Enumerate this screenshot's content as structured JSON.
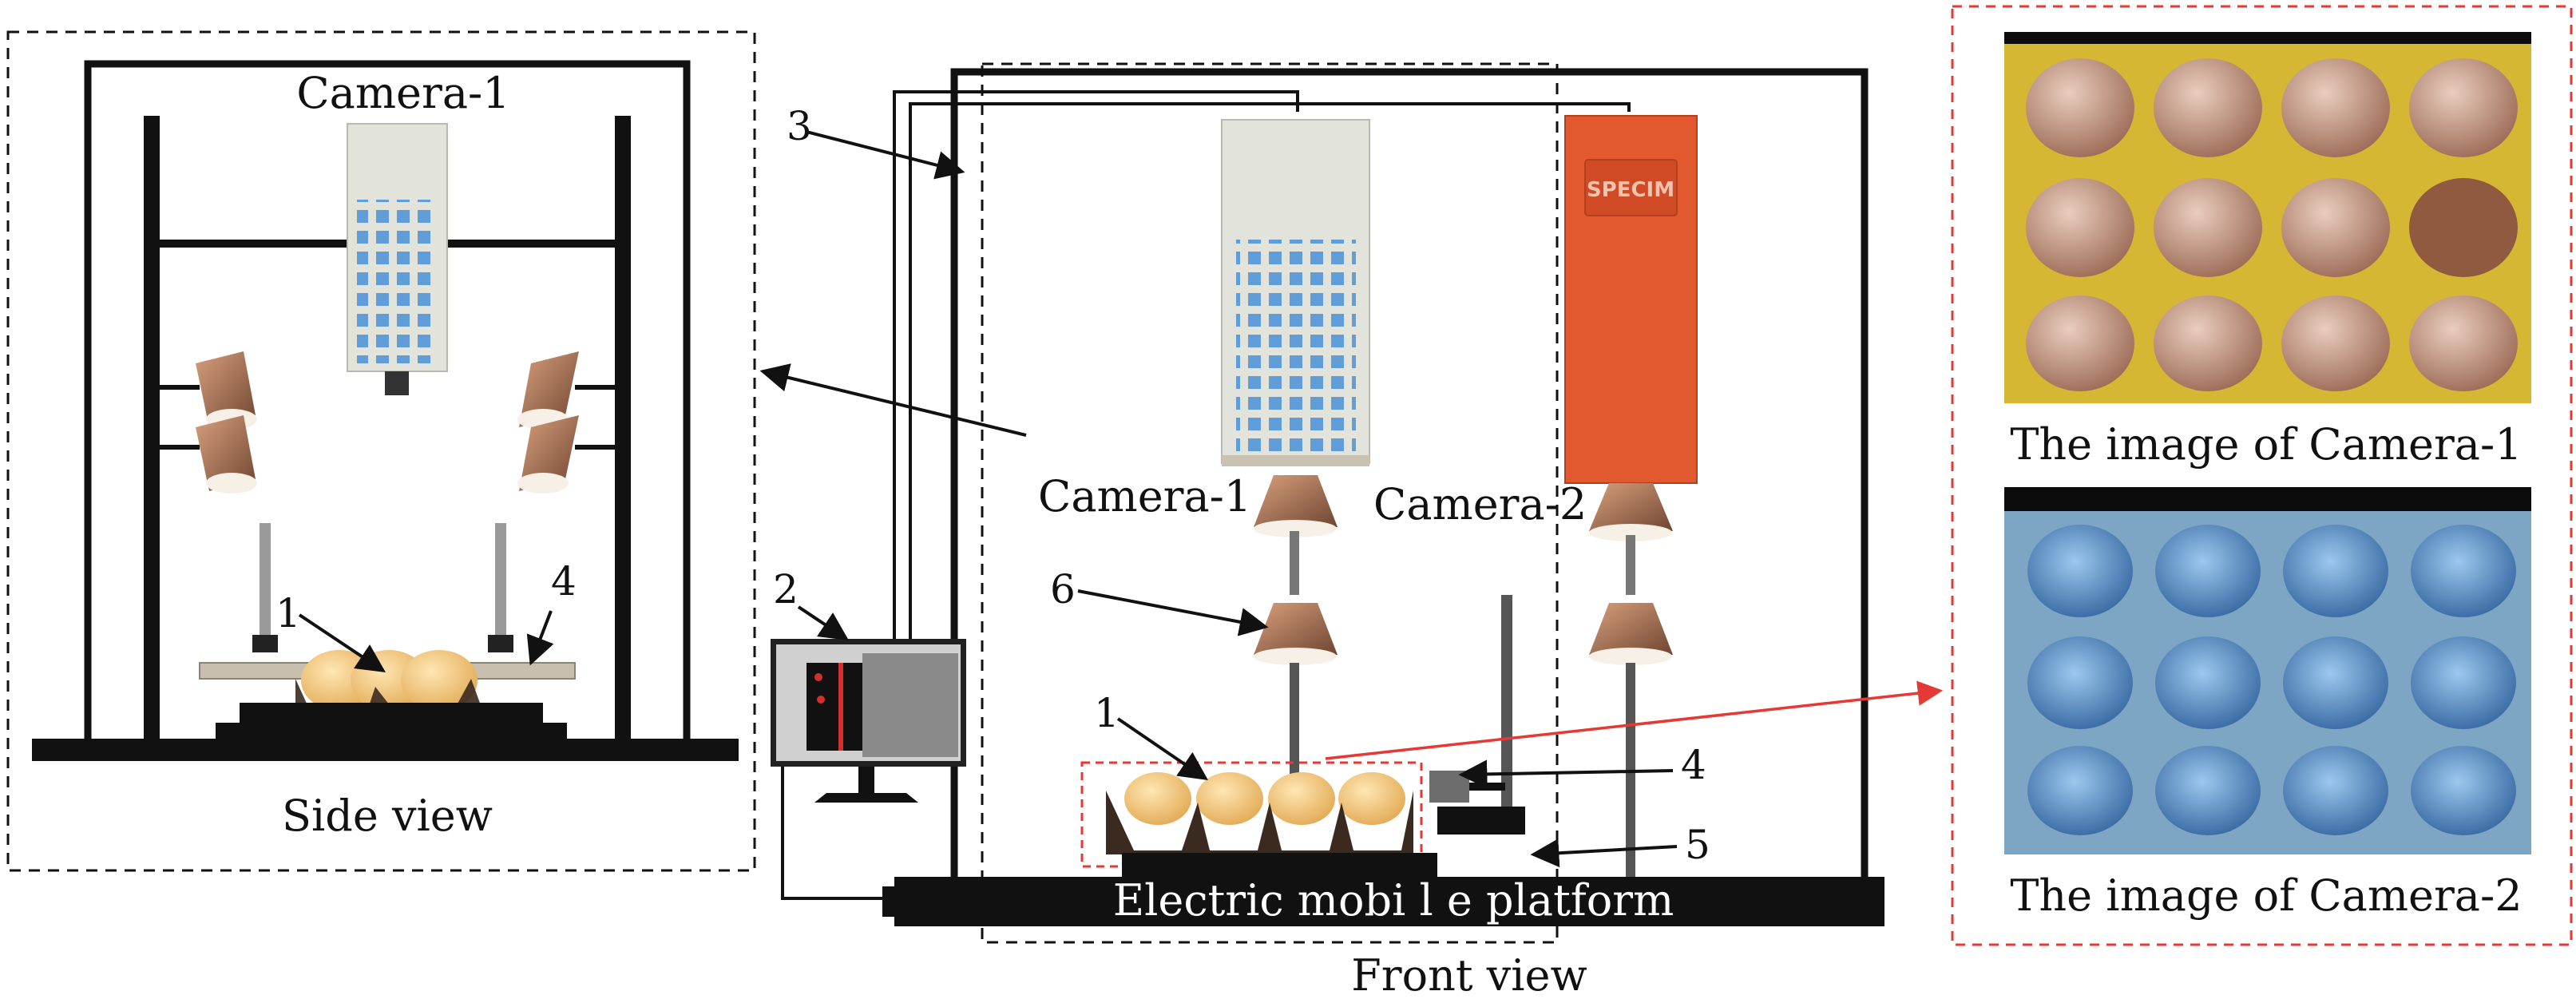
{
  "labels": {
    "side_camera": "Camera-1",
    "front_camera1": "Camera-1",
    "front_camera2": "Camera-2",
    "side_view": "Side view",
    "front_view": "Front view",
    "platform": "Electric mobi l e platform",
    "image_cam1": "The image of Camera-1",
    "image_cam2": "The image of Camera-2",
    "brand": "SPECIM"
  },
  "callouts": {
    "n1_side": "1",
    "n4_side": "4",
    "n1_front": "1",
    "n2": "2",
    "n3": "3",
    "n4_front": "4",
    "n5": "5",
    "n6": "6"
  },
  "colors": {
    "frame": "#111111",
    "dashed_red": "#e53935",
    "camera1_body": "#e2e4dc",
    "camera2_body": "#e2582f",
    "camera1_pixels": "#4a90d9",
    "lamp": "#b07a5c",
    "egg": "#f1c77a",
    "tray": "#3b2a1f",
    "tray_yellow": "#d6b733",
    "egg_cam1": "#c79a84",
    "tray_blue": "#7da6c4",
    "egg_cam2": "#4d85c2"
  }
}
